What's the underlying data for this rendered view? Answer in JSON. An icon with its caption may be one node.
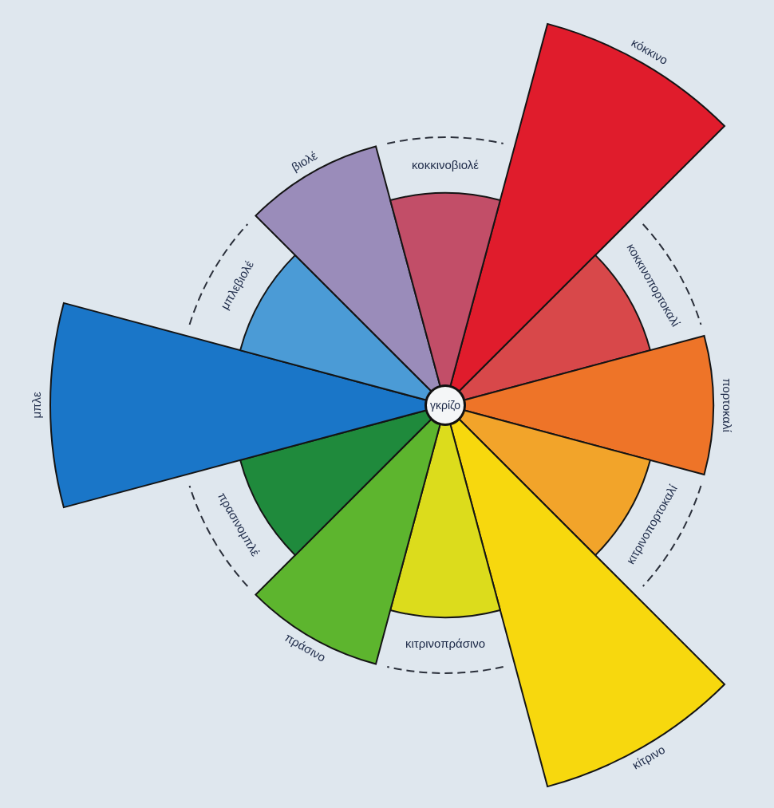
{
  "diagram": {
    "nodes": [
      {
        "text": [
          "κόκκινο"
        ]
      },
      {
        "text": [
          "κοκκινοπορτοκαλί"
        ]
      },
      {
        "text": [
          "πορτοκαλί"
        ]
      },
      {
        "text": [
          "κιτρινοπορτοκαλί"
        ]
      },
      {
        "text": [
          "κίτρινο"
        ]
      },
      {
        "text": [
          "κιτρινοπράσινο"
        ]
      },
      {
        "text": [
          "πράσινο"
        ]
      },
      {
        "text": [
          "πρασινομπλέ"
        ]
      },
      {
        "text": [
          "μπλε"
        ]
      },
      {
        "text": [
          "μπλεβιολέ"
        ]
      },
      {
        "text": [
          "βιολέ"
        ]
      },
      {
        "text": [
          "κοκκινοβιολέ"
        ]
      },
      {
        "text": [
          "γκρίζο"
        ]
      }
    ]
  }
}
